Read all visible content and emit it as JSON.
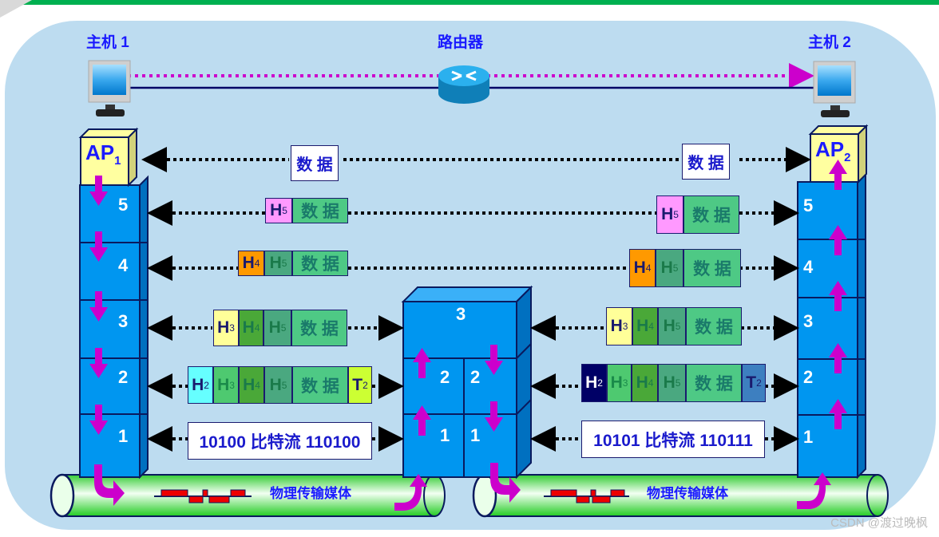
{
  "hosts": {
    "host1": "主机 1",
    "router": "路由器",
    "host2": "主机 2"
  },
  "ap": {
    "left": {
      "main": "AP",
      "sub": "1"
    },
    "right": {
      "main": "AP",
      "sub": "2"
    }
  },
  "layers": {
    "host_stack": [
      "5",
      "4",
      "3",
      "2",
      "1"
    ],
    "router_top": "3",
    "router_left": [
      "2",
      "1"
    ],
    "router_right": [
      "2",
      "1"
    ]
  },
  "data_label": "数 据",
  "headers": {
    "h5": {
      "main": "H",
      "sub": "5"
    },
    "h4": {
      "main": "H",
      "sub": "4"
    },
    "h3": {
      "main": "H",
      "sub": "3"
    },
    "h2": {
      "main": "H",
      "sub": "2"
    },
    "t2": {
      "main": "T",
      "sub": "2"
    }
  },
  "bitstream": {
    "left": "10100 比特流 110100",
    "right": "10101 比特流 110111"
  },
  "medium_label": "物理传输媒体",
  "colors": {
    "panel": "#bddcf0",
    "layer_blue": "#0096f0",
    "arrow_magenta": "#cc00cc",
    "h5": "#ff99ff",
    "h4": "#ff9900",
    "h3": "#ffff99",
    "h2_left": "#66ffff",
    "h2_right": "#000066",
    "t2_left": "#ccff33",
    "t2_right": "#3d7fc0",
    "data_green": "#4ec985",
    "title_blue": "#1a1aff"
  },
  "watermark": "CSDN @渡过晚枫"
}
